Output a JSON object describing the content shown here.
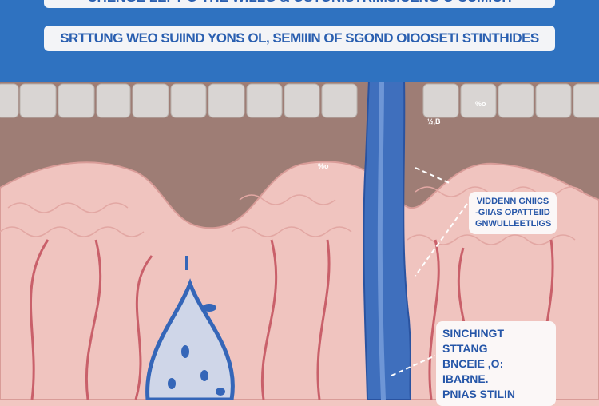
{
  "header": {
    "title_line1": "CHENGE LEFT O THE WILLG & OSTONISTRIMSICENG O CUMICH",
    "title_line2": "SRTTUNG WEO SUIIND YONS OL, SEMIIIN OF SGOND OIOOSETI STINTHIDES"
  },
  "labels": {
    "upper": [
      "VIDDENN GNIICS",
      "-GIIAS OPATTEIID",
      "GNWULLEETLIGS"
    ],
    "lower": [
      "SINCHINGT STTANG",
      "BNCEIE ,O: IBARNE.",
      "PNIAS STILIN"
    ]
  },
  "small_marks": [
    "%o",
    "½,B",
    "%o"
  ],
  "colors": {
    "header": "#2f72c0",
    "tube": "#3c6fc0",
    "tissue": "#f2c7c2",
    "gum": "#9d7a72",
    "vessel": "#c9606a"
  }
}
